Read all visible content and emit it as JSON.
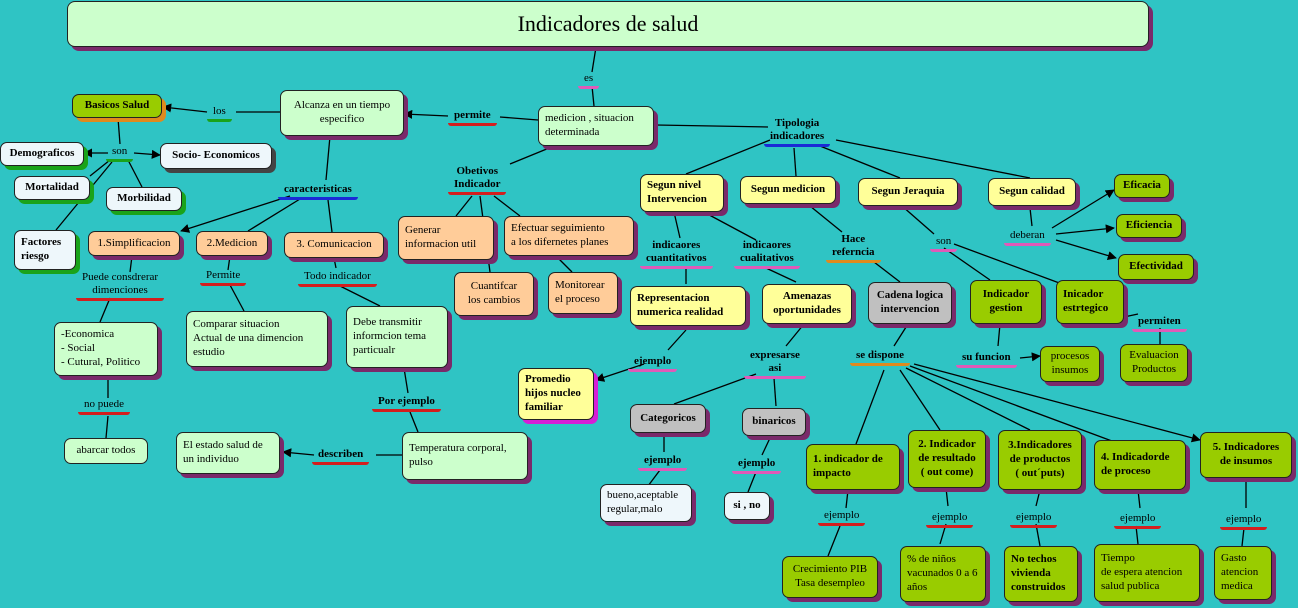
{
  "title": "Indicadores  de salud",
  "nodes": {
    "medicion": "medicion , situacion\ndeterminada",
    "alcanza": "Alcanza en un tiempo\nespecifico",
    "basicos": "Basicos Salud",
    "demograficos": "Demograficos",
    "socio": "Socio- Economicos",
    "mortalidad": "Mortalidad",
    "morbilidad": "Morbilidad",
    "factores": "Factores\nriesgo",
    "simplificacion": "1.Simplificacion",
    "medicion2": "2.Medicion",
    "comunicacion": "3. Comunicacion",
    "economica": "-Economica\n- Social\n- Cutural, Politico",
    "abarcar": "abarcar todos",
    "comparar": "Comparar situacion\nActual  de una dimencion\nestudio",
    "debe": "Debe transmitir\ninformcion  tema\nparticualr",
    "temperatura": "Temperatura  corporal,\npulso",
    "estado": "El estado salud de\nun individuo",
    "generar": "Generar\ninformacion util",
    "efectuar": "Efectuar seguimiento\na  los difernetes planes",
    "cuantificar": "Cuantifcar\nlos  cambios",
    "monitorear": "Monitorear\nel proceso",
    "tipologia": "Tipologia\nindicadores",
    "nivel": "Segun nivel\nIntervencion",
    "segunmedicion": "Segun medicion",
    "jerarquia": "Segun Jeraquia",
    "calidad": "Segun calidad",
    "eficacia": "Eficacia",
    "eficiencia": "Eficiencia",
    "efectividad": "Efectividad",
    "representacion": "Representacion\nnumerica realidad",
    "amenazas": "Amenazas\noportunidades",
    "promedio": "Promedio\nhijos nucleo\nfamiliar",
    "categoricos": "Categoricos",
    "binaricos": "binaricos",
    "bueno": "bueno,aceptable\nregular,malo",
    "sino": "si , no",
    "cadena": "Cadena logica\nintervencion",
    "gestion": "Indicador\ngestion",
    "estrategico": "Inicador\nestrtegico",
    "procesos": "procesos\ninsumos",
    "evaluacion": "Evaluacion\nProductos",
    "impacto": "1. indicador de\nimpacto",
    "resultado": "2. Indicador\nde resultado\n( out come)",
    "productos": "3.Indicadores\nde productos\n( out´puts)",
    "proceso": "4. Indicadorde\nde proceso",
    "insumos": "5. Indicadores\nde insumos",
    "crecimiento": "Crecimiento PIB\nTasa desempleo",
    "ninos": "% de niños\nvacunados 0 a 6\naños",
    "techos": "No  techos\nvivienda\nconstruidos",
    "tiempo": "Tiempo\nde espera atencion\nsalud publica",
    "gasto": "Gasto\natencion\nmedica"
  },
  "labels": {
    "es": "es",
    "permite": "permite",
    "los": "los",
    "son1": "son",
    "caracteristicas": "caracteristicas",
    "obetivos": "Obetivos\nIndicador",
    "puede": "Puede  consdrerar\ndimenciones",
    "permite2": "Permite",
    "todo": "Todo indicador",
    "nopuede": "no  puede",
    "porejemplo": "Por ejemplo",
    "describen": "describen",
    "cuantitativos": "indicaores\ncuantitativos",
    "cualitativos": "indicaores\ncualitativos",
    "hace": "Hace\nreferncia",
    "son2": "son",
    "deberan": "deberan",
    "ejemplo1": "ejemplo",
    "expresarse": "expresarse\nasi",
    "ejemplo2": "ejemplo",
    "ejemplo3": "ejemplo",
    "sedispone": "se  dispone",
    "sufuncion": "su funcion",
    "permiten": "permiten",
    "ej4": "ejemplo",
    "ej5": "ejemplo",
    "ej6": "ejemplo",
    "ej7": "ejemplo",
    "ej8": "ejemplo"
  },
  "colors": {
    "background": "#2fc4c4",
    "node_mint": "#ccffcc",
    "node_lime": "#99cc00",
    "node_yellow": "#ffff99",
    "node_peach": "#ffcc99",
    "node_grey": "#c0c0c0",
    "connector": "#000000"
  }
}
